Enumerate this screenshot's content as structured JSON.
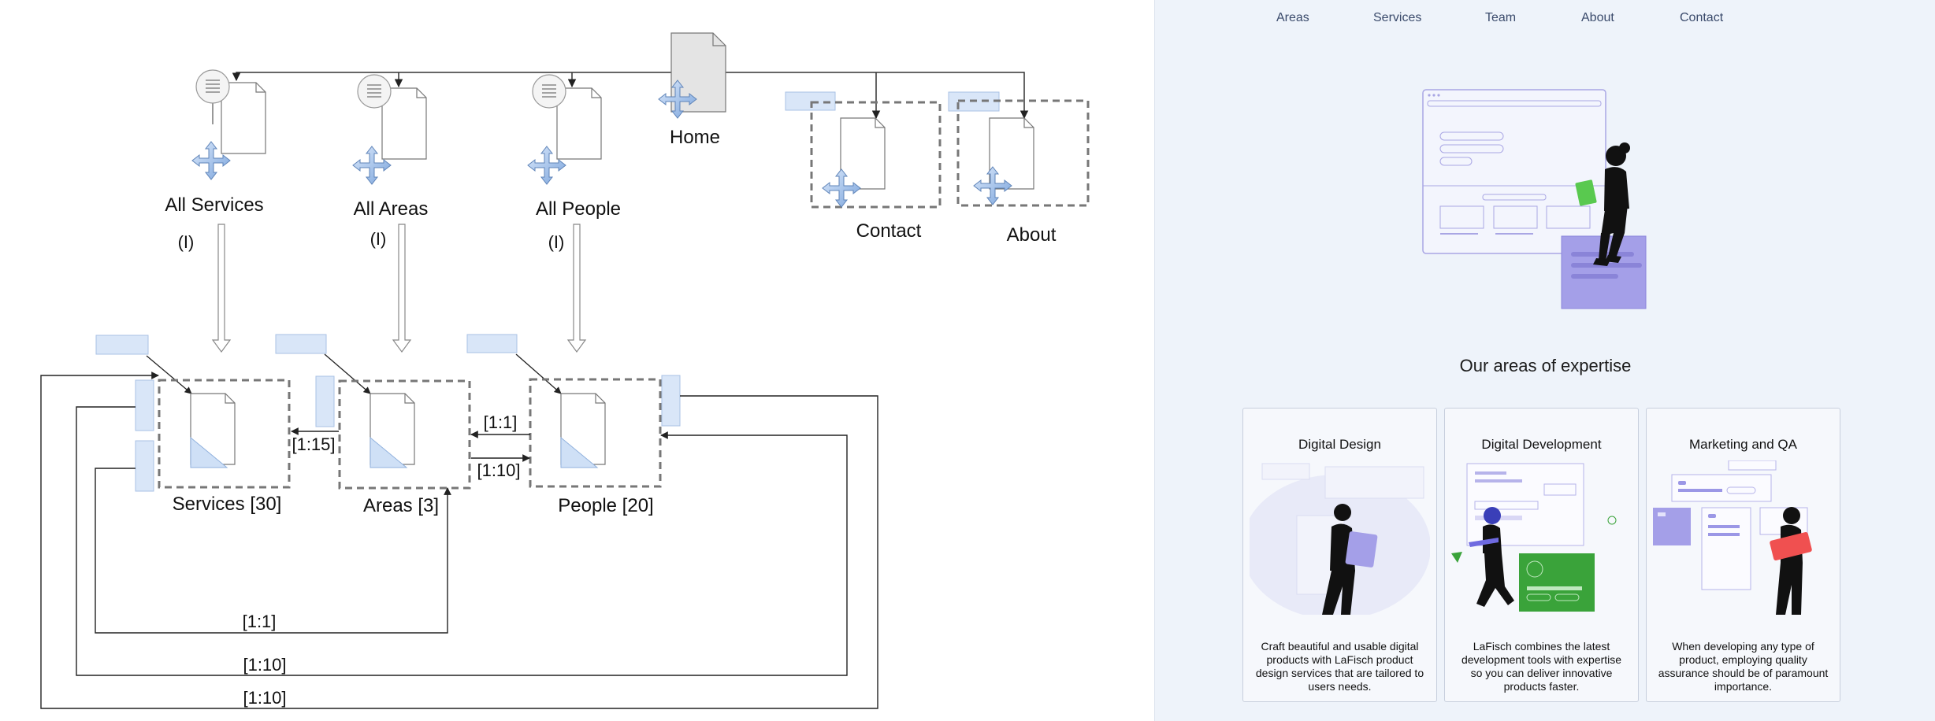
{
  "diagram": {
    "top_pages": {
      "home": "Home",
      "all_services": "All Services",
      "all_areas": "All Areas",
      "all_people": "All People",
      "contact": "Contact",
      "about": "About"
    },
    "index_marks": {
      "services": "(I)",
      "areas": "(I)",
      "people": "(I)"
    },
    "collections": {
      "services": "Services [30]",
      "areas": "Areas [3]",
      "people": "People [20]"
    },
    "relations": {
      "services_areas": "[1:15]",
      "areas_people_top": "[1:1]",
      "areas_people_bottom": "[1:10]",
      "bottom_1": "[1:1]",
      "bottom_2": "[1:10]",
      "bottom_3": "[1:10]"
    }
  },
  "website": {
    "nav": [
      "Areas",
      "Services",
      "Team",
      "About",
      "Contact"
    ],
    "section_title": "Our areas of expertise",
    "cards": [
      {
        "title": "Digital Design",
        "text": "Craft beautiful and usable digital products with LaFisch product design services that are tailored to users needs."
      },
      {
        "title": "Digital Development",
        "text": "LaFisch combines the latest development tools with expertise so you can deliver innovative products faster."
      },
      {
        "title": "Marketing and QA",
        "text": "When developing any type of product, employing quality assurance should be of paramount importance."
      }
    ],
    "colors": {
      "accent": "#9b97e6",
      "green": "#3aa33a",
      "background": "#eef3fa"
    }
  }
}
